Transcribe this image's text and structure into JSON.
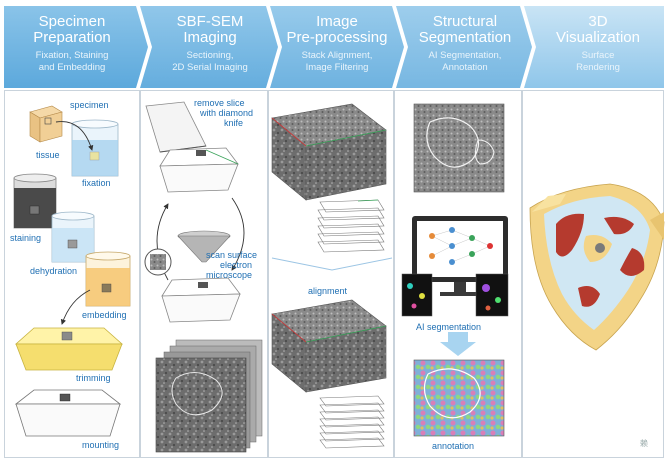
{
  "steps": [
    {
      "title_l1": "Specimen",
      "title_l2": "Preparation",
      "sub_l1": "Fixation, Staining",
      "sub_l2": "and Embedding"
    },
    {
      "title_l1": "SBF-SEM",
      "title_l2": "Imaging",
      "sub_l1": "Sectioning,",
      "sub_l2": "2D Serial Imaging"
    },
    {
      "title_l1": "Image",
      "title_l2": "Pre-processing",
      "sub_l1": "Stack Alignment,",
      "sub_l2": "Image Filtering"
    },
    {
      "title_l1": "Structural",
      "title_l2": "Segmentation",
      "sub_l1": "AI Segmentation,",
      "sub_l2": "Annotation"
    },
    {
      "title_l1": "3D",
      "title_l2": "Visualization",
      "sub_l1": "Surface",
      "sub_l2": "Rendering"
    }
  ],
  "labels": {
    "specimen": "specimen",
    "tissue": "tissue",
    "fixation": "fixation",
    "staining": "staining",
    "dehydration": "dehydration",
    "embedding": "embedding",
    "trimming": "trimming",
    "mounting": "mounting",
    "remove_slice_1": "remove slice",
    "remove_slice_2": "with diamond",
    "remove_slice_3": "knife",
    "scan_1": "scan surface",
    "scan_2": "electron",
    "scan_3": "microscope",
    "alignment": "alignment",
    "ai_segmentation": "AI segmentation",
    "annotation": "annotation"
  },
  "colors": {
    "header_dark": "#4a9fd8",
    "header_light": "#a9d3ef",
    "label": "#1f6fb3"
  }
}
